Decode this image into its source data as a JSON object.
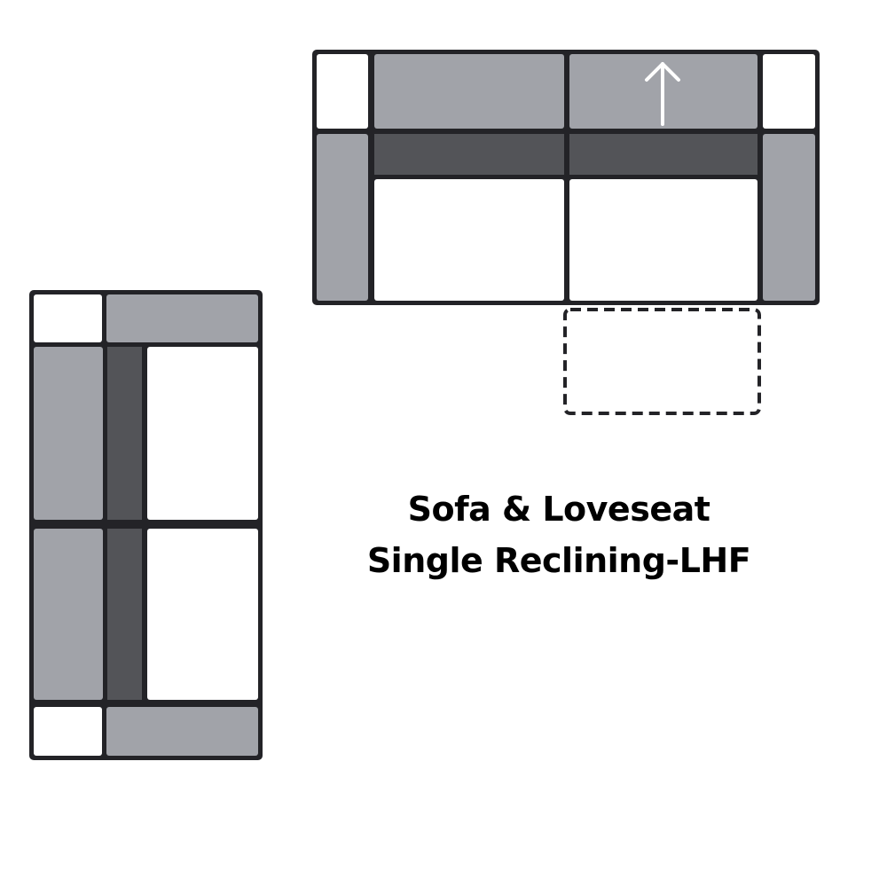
{
  "caption": {
    "line1": "Sofa & Loveseat",
    "line2": "Single Reclining-LHF"
  },
  "colors": {
    "outline": "#232327",
    "light_gray": "#a1a3a9",
    "dark_gray": "#535458",
    "white": "#ffffff",
    "arrow": "#ffffff"
  },
  "legend_items": {
    "recline_direction_arrow": "up",
    "recliner_extension": "dashed outline (extended recliner footprint)"
  }
}
